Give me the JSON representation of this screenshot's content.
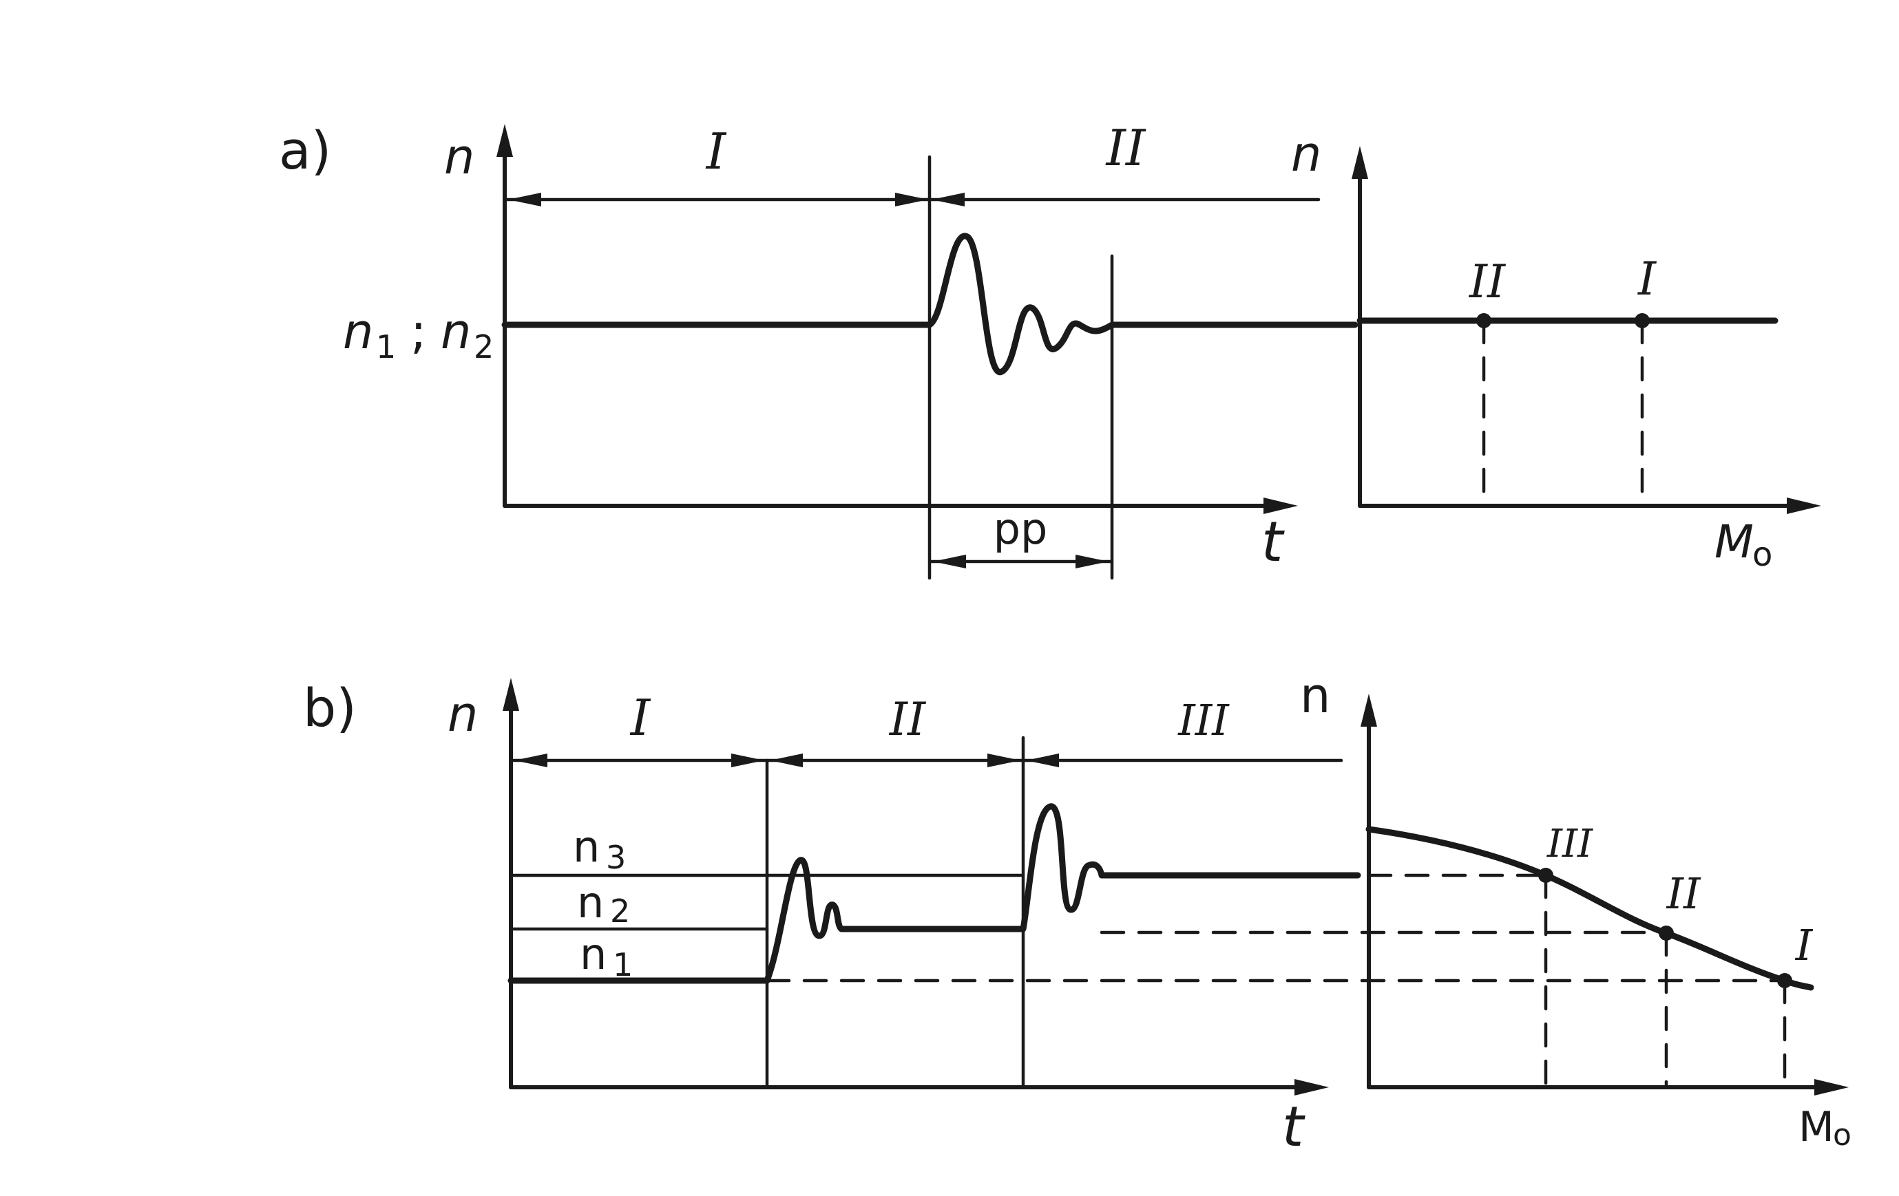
{
  "panel_a": {
    "label": "a)",
    "time_plot": {
      "y_axis_label": "n",
      "x_axis_label": "t",
      "level_label": "n1 ; n2",
      "level_label_parts": {
        "n1": "n",
        "sub1": "1",
        "sep": ";",
        "n2": "n",
        "sub2": "2"
      },
      "regions": [
        "I",
        "II"
      ],
      "transient_label": "pp"
    },
    "char_plot": {
      "y_axis_label": "n",
      "x_axis_label": "M",
      "x_axis_sub": "o",
      "points": [
        "II",
        "I"
      ]
    }
  },
  "panel_b": {
    "label": "b)",
    "time_plot": {
      "y_axis_label": "n",
      "x_axis_label": "t",
      "levels": [
        {
          "base": "n",
          "sub": "3"
        },
        {
          "base": "n",
          "sub": "2"
        },
        {
          "base": "n",
          "sub": "1"
        }
      ],
      "regions": [
        "I",
        "II",
        "III"
      ]
    },
    "char_plot": {
      "y_axis_label": "n",
      "x_axis_label": "M",
      "x_axis_sub": "o",
      "points": [
        "III",
        "II",
        "I"
      ]
    }
  }
}
